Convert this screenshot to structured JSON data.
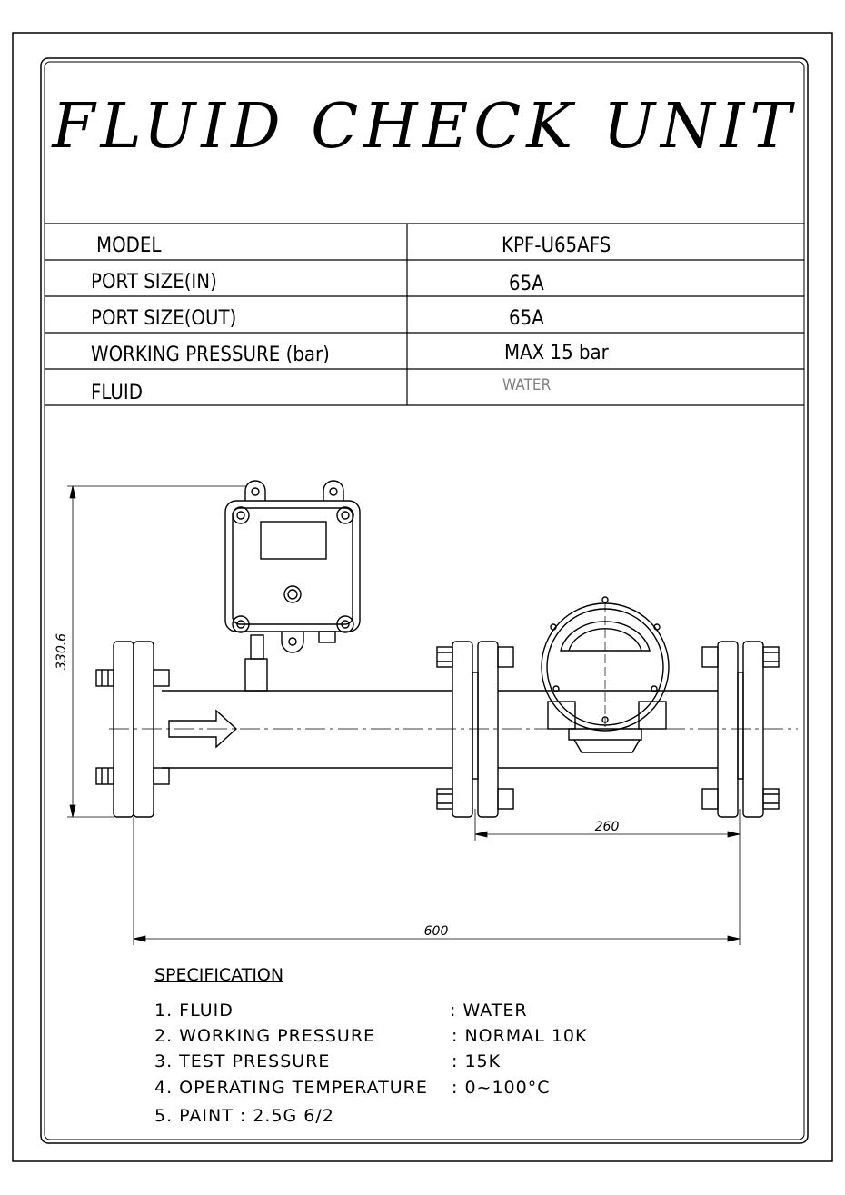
{
  "title": "FLUID CHECK UNIT",
  "table": {
    "rows": [
      {
        "label": "MODEL",
        "value": "KPF-U65AFS"
      },
      {
        "label": "PORT SIZE(IN)",
        "value": "65A"
      },
      {
        "label": "PORT SIZE(OUT)",
        "value": "65A"
      },
      {
        "label": "WORKING PRESSURE (bar)",
        "value": "MAX 15 bar"
      },
      {
        "label": "FLUID",
        "value": "WATER"
      }
    ]
  },
  "dimensions": {
    "height": "330.6",
    "flange_span": "260",
    "overall_length": "600"
  },
  "specification": {
    "heading": "SPECIFICATION",
    "items": [
      {
        "label": "1. FLUID",
        "value": ": WATER"
      },
      {
        "label": "2. WORKING PRESSURE",
        "value": ": NORMAL 10K"
      },
      {
        "label": "3. TEST PRESSURE",
        "value": ": 15K"
      },
      {
        "label": "4. OPERATING TEMPERATURE",
        "value": ": 0~100°C"
      },
      {
        "label": "5. PAINT : 2.5G 6/2",
        "value": ""
      }
    ]
  },
  "colors": {
    "line": "#000000",
    "muted_text": "#808080",
    "background": "#ffffff"
  }
}
